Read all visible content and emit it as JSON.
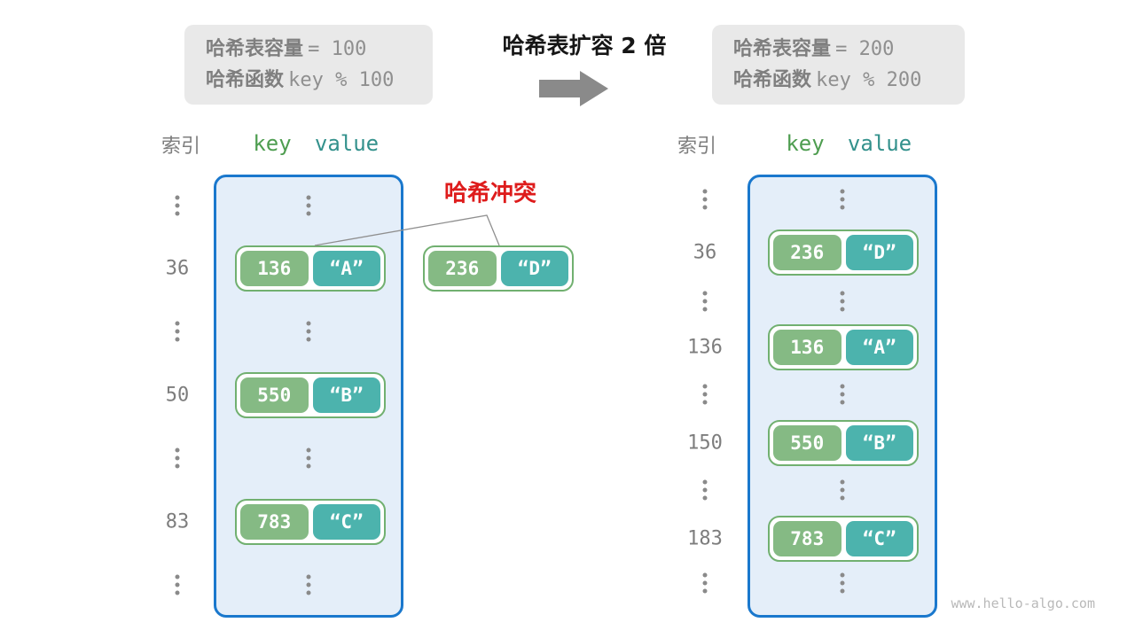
{
  "top": {
    "before_box": {
      "capacity_label": "哈希表容量",
      "capacity_value": "= 100",
      "function_label": "哈希函数",
      "function_value": "key % 100"
    },
    "transform_title": "哈希表扩容 2 倍",
    "after_box": {
      "capacity_label": "哈希表容量",
      "capacity_value": "= 200",
      "function_label": "哈希函数",
      "function_value": "key % 200"
    }
  },
  "collision": {
    "label": "哈希冲突",
    "pair": {
      "key": "236",
      "value": "“D”"
    }
  },
  "left_table": {
    "header": {
      "index": "索引",
      "key": "key",
      "value": "value"
    },
    "rows": [
      {
        "index": "36",
        "key": "136",
        "value": "“A”"
      },
      {
        "index": "50",
        "key": "550",
        "value": "“B”"
      },
      {
        "index": "83",
        "key": "783",
        "value": "“C”"
      }
    ]
  },
  "right_table": {
    "header": {
      "index": "索引",
      "key": "key",
      "value": "value"
    },
    "rows": [
      {
        "index": "36",
        "key": "236",
        "value": "“D”"
      },
      {
        "index": "136",
        "key": "136",
        "value": "“A”"
      },
      {
        "index": "150",
        "key": "550",
        "value": "“B”"
      },
      {
        "index": "183",
        "key": "783",
        "value": "“C”"
      }
    ]
  },
  "colors": {
    "container_fill": "#e4eef9",
    "container_border": "#1a78cd",
    "key_fill": "#85ba84",
    "value_fill": "#4cb3ad",
    "pair_border": "#71b070",
    "collision_red": "#de1c1c",
    "info_box_fill": "#e9e9e9",
    "arrow_gray": "#8a8a8a"
  },
  "icons": {
    "arrow": "right-block-arrow",
    "dots": "vertical-ellipsis"
  },
  "watermark": "www.hello-algo.com"
}
